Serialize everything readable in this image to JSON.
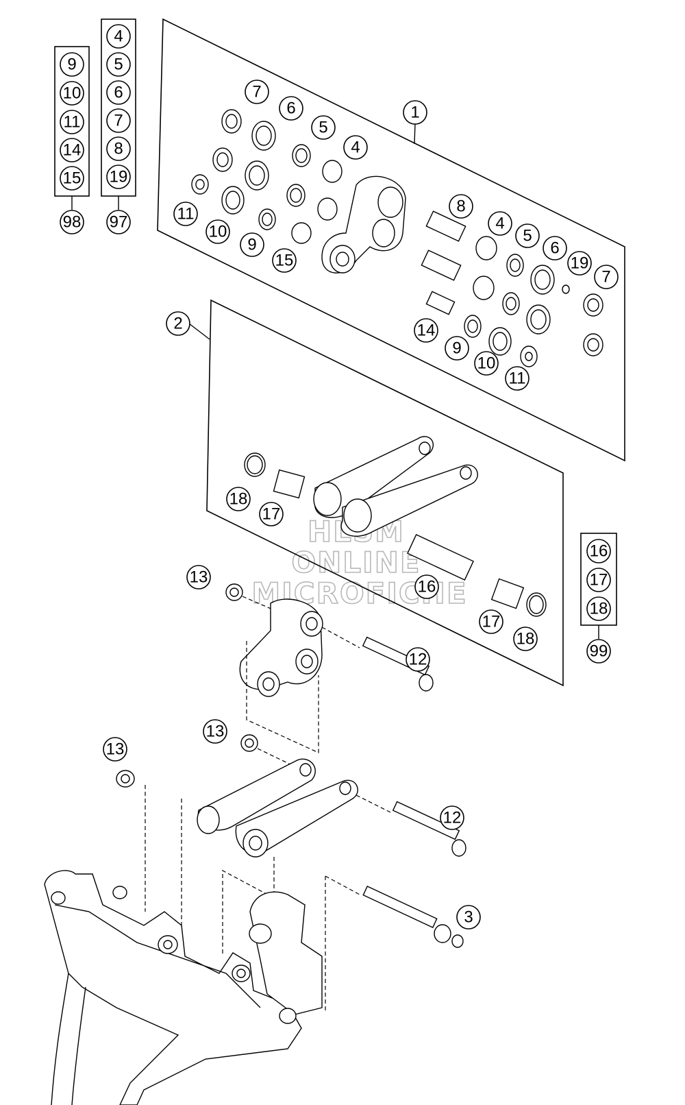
{
  "watermark": {
    "line1": "HLSM",
    "line2": "ONLINE",
    "line3": "MICROFICHE"
  },
  "kits": [
    {
      "ref": "98",
      "items": [
        "9",
        "10",
        "11",
        "14",
        "15"
      ]
    },
    {
      "ref": "97",
      "items": [
        "4",
        "5",
        "6",
        "7",
        "8",
        "19"
      ]
    },
    {
      "ref": "99",
      "items": [
        "16",
        "17",
        "18"
      ]
    }
  ],
  "callouts": {
    "c1": "1",
    "c2": "2",
    "c3": "3",
    "a7": "7",
    "a6": "6",
    "a5": "5",
    "a4": "4",
    "a11": "11",
    "a10": "10",
    "a9": "9",
    "a15": "15",
    "b8": "8",
    "b4": "4",
    "b5": "5",
    "b6": "6",
    "b19": "19",
    "b7": "7",
    "b14": "14",
    "b9": "9",
    "b10": "10",
    "b11": "11",
    "d18": "18",
    "d17": "17",
    "d16": "16",
    "d17b": "17",
    "d18b": "18",
    "e13a": "13",
    "e13b": "13",
    "e13c": "13",
    "e12a": "12",
    "e12b": "12"
  }
}
